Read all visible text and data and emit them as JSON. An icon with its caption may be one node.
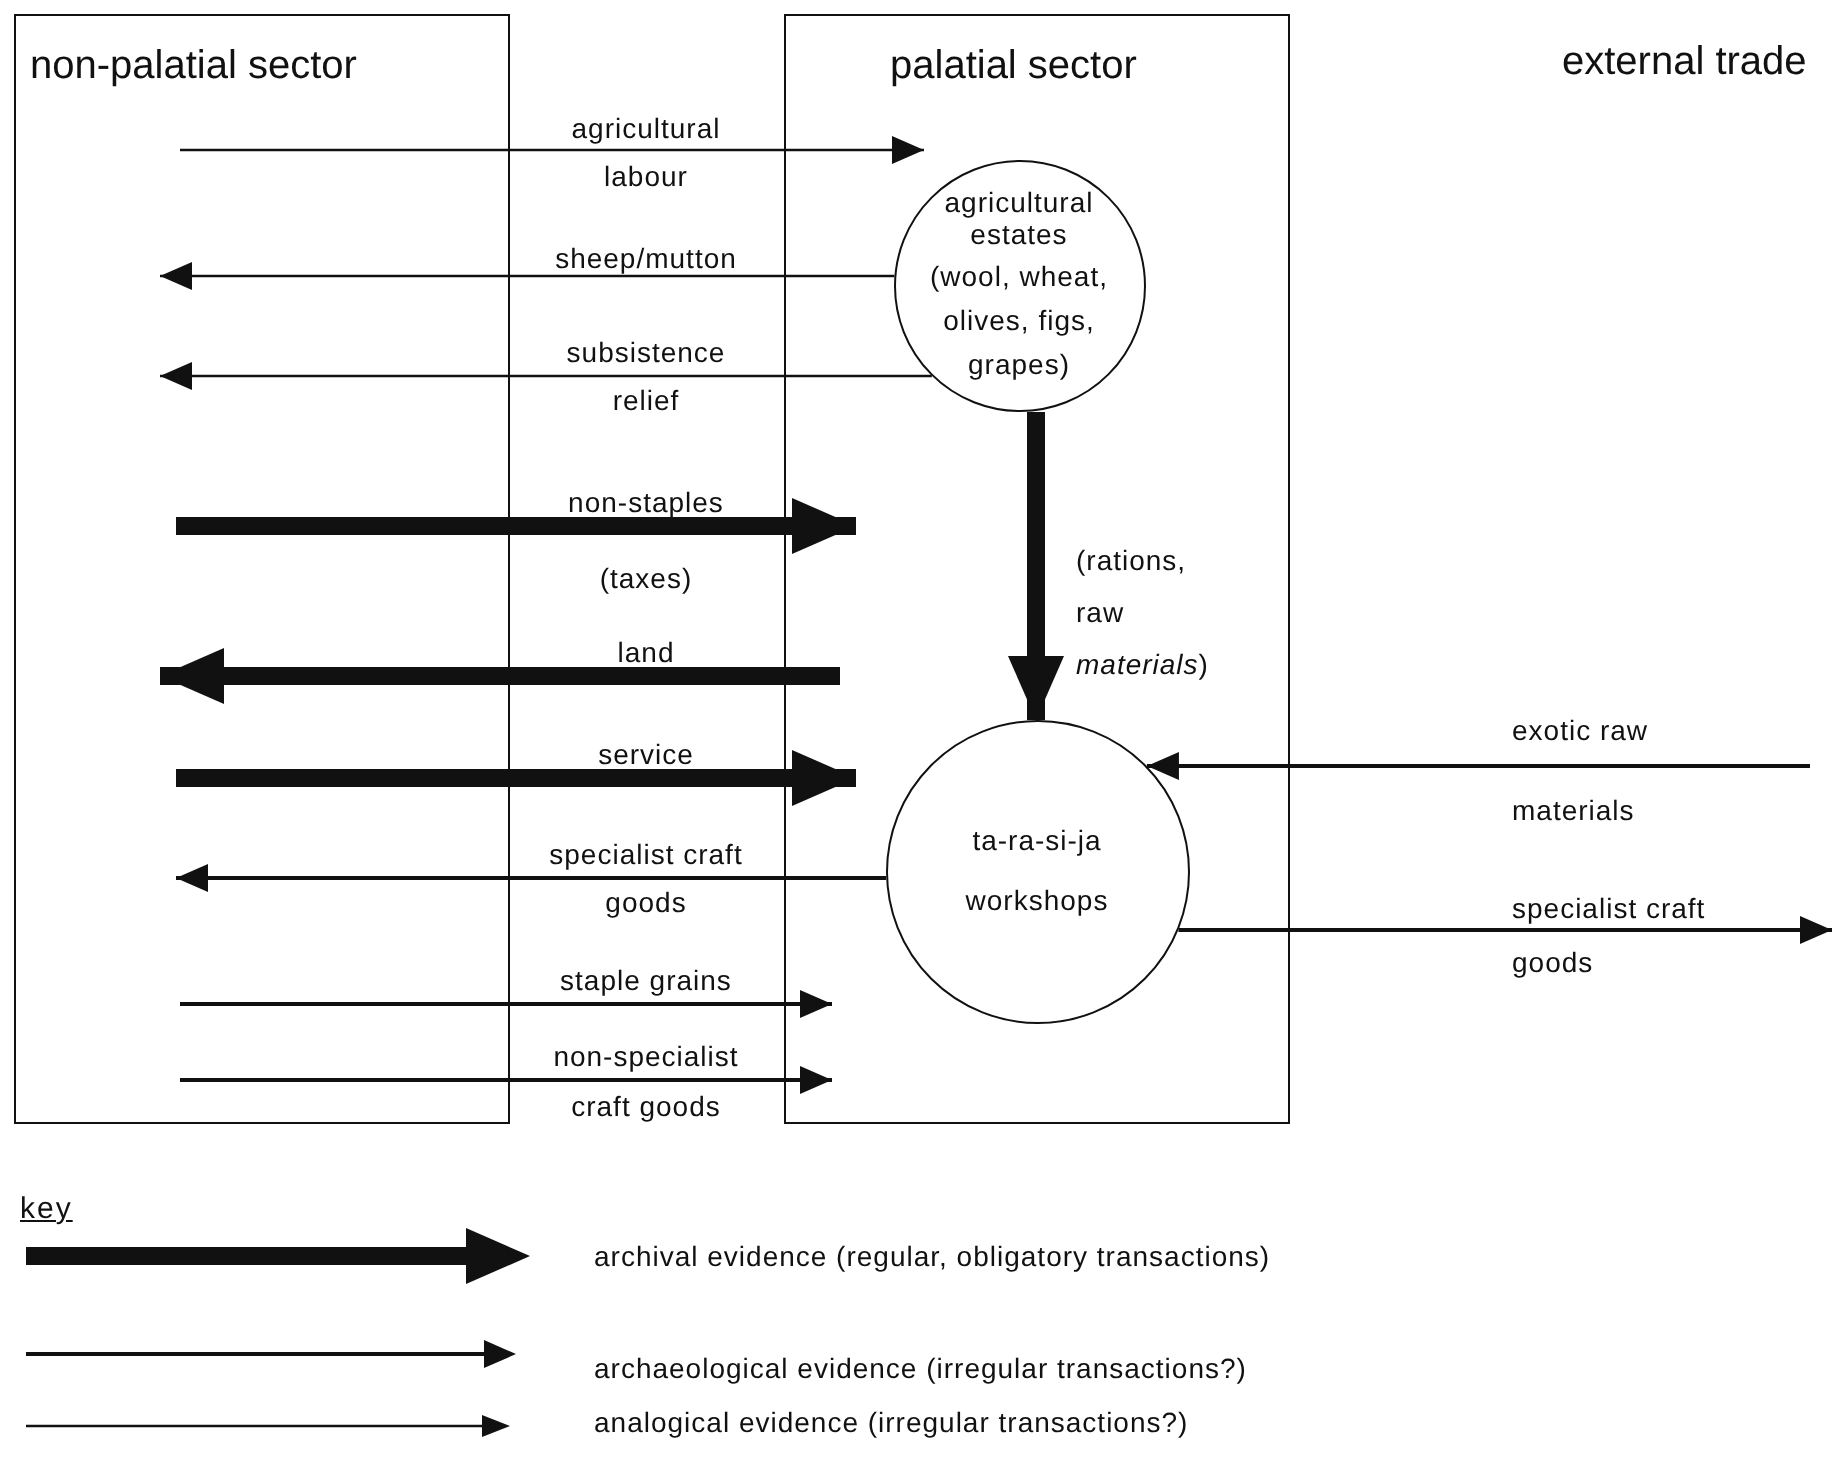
{
  "diagram": {
    "nodes": [
      {
        "text": [
          "non-palatial sector"
        ]
      },
      {
        "text": [
          "palatial sector"
        ]
      },
      {
        "text": [
          "agricultural estates",
          "(wool, wheat, olives, figs, grapes)"
        ],
        "in": 1
      },
      {
        "text": [
          "ta-ra-si-ja workshops"
        ],
        "in": 1
      }
    ],
    "edges": [
      {
        "from": 0,
        "to": 2,
        "arrow": "to",
        "label": "agricultural labour"
      },
      {
        "from": 2,
        "to": 0,
        "arrow": "to",
        "label": "sheep/mutton"
      },
      {
        "from": 2,
        "to": 0,
        "arrow": "to",
        "label": "subsistence relief"
      },
      {
        "from": 0,
        "to": 1,
        "arrow": "to",
        "label": "non-staples (taxes)",
        "style": "thick"
      },
      {
        "from": 1,
        "to": 0,
        "arrow": "to",
        "label": "land",
        "style": "thick"
      },
      {
        "from": 0,
        "to": 1,
        "arrow": "to",
        "label": "service",
        "style": "thick"
      },
      {
        "from": 3,
        "to": 0,
        "arrow": "to",
        "label": "specialist craft goods"
      },
      {
        "from": 0,
        "to": 1,
        "arrow": "to",
        "label": "staple grains"
      },
      {
        "from": 0,
        "to": 1,
        "arrow": "to",
        "label": "non-specialist craft goods"
      },
      {
        "from": 2,
        "to": 3,
        "arrow": "to",
        "label": "(rations, raw *materials*)",
        "style": "thick"
      },
      {
        "from": null,
        "to": 3,
        "arrow": "to",
        "label": "exotic raw materials"
      },
      {
        "from": 3,
        "to": null,
        "arrow": "to",
        "label": "specialist craft goods"
      }
    ],
    "labels": [
      "external trade",
      "key"
    ],
    "legend": [
      {
        "text": "archival evidence (regular, obligatory transactions)"
      },
      {
        "text": "archaeological evidence (irregular transactions?)"
      },
      {
        "text": "analogical evidence (irregular transactions?)"
      }
    ]
  }
}
